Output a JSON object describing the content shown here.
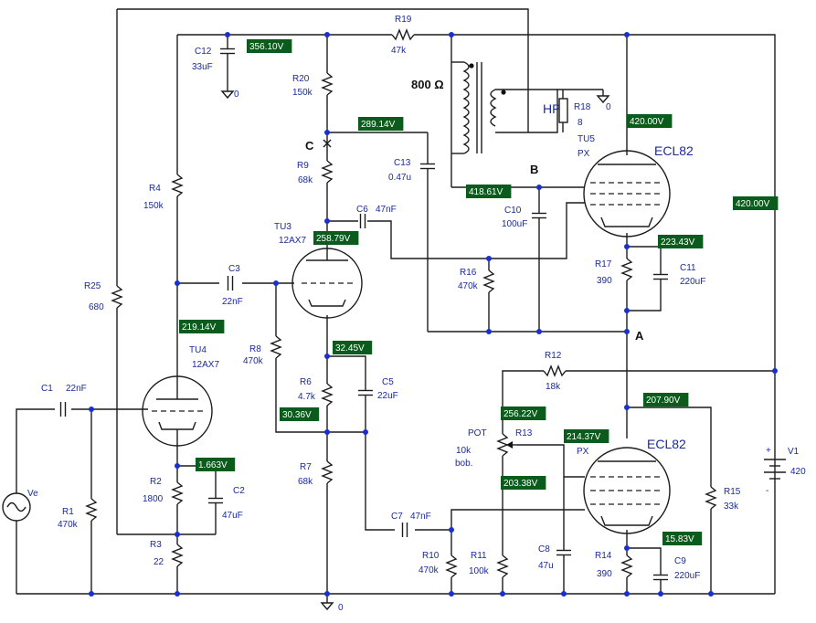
{
  "node_labels": {
    "a": "A",
    "b": "B",
    "c": "C"
  },
  "transformer": {
    "impedance": "800 Ω"
  },
  "tubes": [
    {
      "ref": "TU3",
      "type": "12AX7"
    },
    {
      "ref": "TU4",
      "type": "12AX7"
    },
    {
      "ref": "TU5",
      "type": "PX",
      "name": "ECL82"
    },
    {
      "name": "ECL82",
      "type": "PX"
    }
  ],
  "components": {
    "c1": {
      "ref": "C1",
      "value": "22nF"
    },
    "c2": {
      "ref": "C2",
      "value": "47uF"
    },
    "c3": {
      "ref": "C3",
      "value": "22nF"
    },
    "c5": {
      "ref": "C5",
      "value": "22uF"
    },
    "c6": {
      "ref": "C6",
      "value": "47nF"
    },
    "c7": {
      "ref": "C7",
      "value": "47nF"
    },
    "c8": {
      "ref": "C8",
      "value": "47u"
    },
    "c9": {
      "ref": "C9",
      "value": "220uF"
    },
    "c10": {
      "ref": "C10",
      "value": "100uF"
    },
    "c11": {
      "ref": "C11",
      "value": "220uF"
    },
    "c12": {
      "ref": "C12",
      "value": "33uF"
    },
    "c13": {
      "ref": "C13",
      "value": "0.47u"
    },
    "r1": {
      "ref": "R1",
      "value": "470k"
    },
    "r2": {
      "ref": "R2",
      "value": "1800"
    },
    "r3": {
      "ref": "R3",
      "value": "22"
    },
    "r4": {
      "ref": "R4",
      "value": "150k"
    },
    "r6": {
      "ref": "R6",
      "value": "4.7k"
    },
    "r7": {
      "ref": "R7",
      "value": "68k"
    },
    "r8": {
      "ref": "R8",
      "value": "470k"
    },
    "r9": {
      "ref": "R9",
      "value": "68k"
    },
    "r10": {
      "ref": "R10",
      "value": "470k"
    },
    "r11": {
      "ref": "R11",
      "value": "100k"
    },
    "r12": {
      "ref": "R12",
      "value": "18k"
    },
    "r13": {
      "ref": "R13",
      "value": "10k",
      "prefix": "POT",
      "suffix": "bob."
    },
    "r14": {
      "ref": "R14",
      "value": "390"
    },
    "r15": {
      "ref": "R15",
      "value": "33k"
    },
    "r16": {
      "ref": "R16",
      "value": "470k"
    },
    "r17": {
      "ref": "R17",
      "value": "390"
    },
    "r18": {
      "ref": "R18",
      "value": "8",
      "label": "HP"
    },
    "r19": {
      "ref": "R19",
      "value": "47k"
    },
    "r20": {
      "ref": "R20",
      "value": "150k"
    },
    "r25": {
      "ref": "R25",
      "value": "680"
    },
    "v1": {
      "ref": "V1",
      "value": "420"
    },
    "ve": {
      "ref": "Ve"
    }
  },
  "ground_labels": [
    "0",
    "0",
    "0"
  ],
  "battery_signs": {
    "plus": "+",
    "minus": "-"
  },
  "voltages": [
    "356.10V",
    "289.14V",
    "418.61V",
    "420.00V",
    "258.79V",
    "223.43V",
    "420.00V",
    "219.14V",
    "32.45V",
    "30.36V",
    "256.22V",
    "214.37V",
    "207.90V",
    "203.38V",
    "1.663V",
    "15.83V"
  ],
  "colors": {
    "wire": "#1c1c1c",
    "junction": "#1a2fd0",
    "label": "#1a2a9c",
    "voltage_bg": "#0b5c1c"
  }
}
